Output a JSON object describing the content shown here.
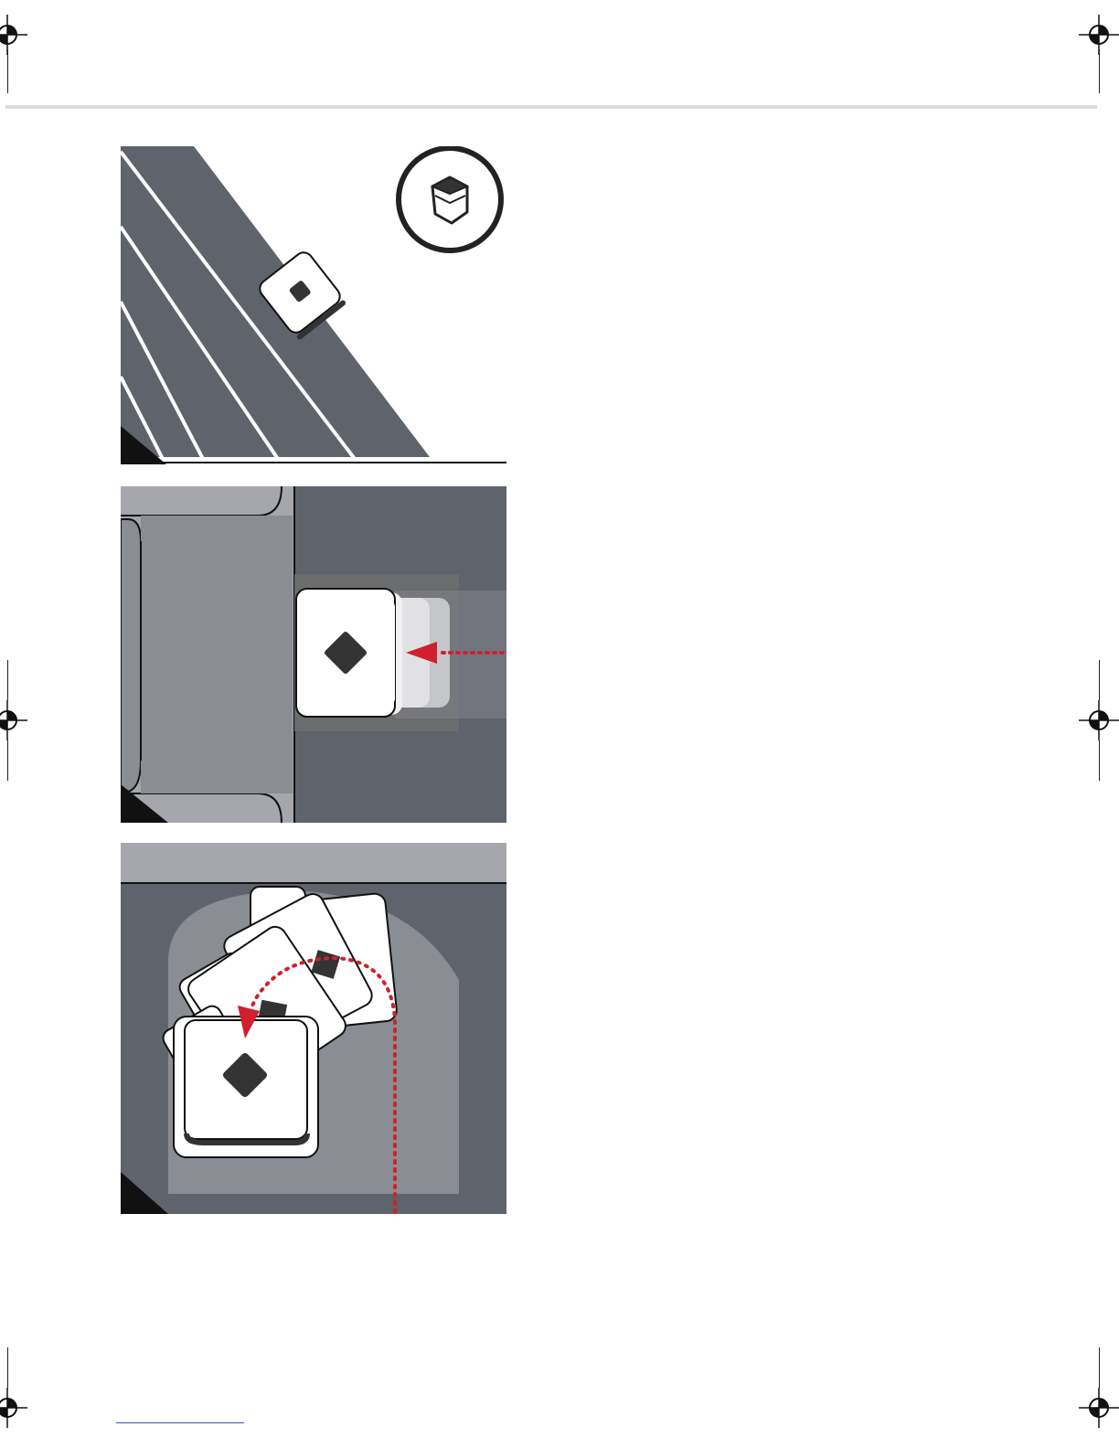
{
  "page": {
    "background": "#ffffff",
    "header_rule_color": "#dcdcdc",
    "footer_link_color": "#3b4fd0"
  },
  "colors": {
    "floor_dark": "#5f636b",
    "floor_mid": "#8a8d94",
    "floor_light": "#a5a7ac",
    "robot_body": "#ffffff",
    "robot_mark": "#333333",
    "path_arrow": "#d0202e",
    "outline": "#111111"
  },
  "icons": {
    "registration_marks": "crosshair-registration-mark-icon",
    "pad_icon": "cleaning-pad-cube-icon",
    "robot": "robot-mop-icon",
    "arrow": "red-dotted-arrow-icon"
  },
  "panels": [
    {
      "id": "wall-edge-cleaning",
      "description_visible": false
    },
    {
      "id": "under-furniture-approach",
      "description_visible": false
    },
    {
      "id": "corner-turn-maneuver",
      "description_visible": false
    }
  ]
}
